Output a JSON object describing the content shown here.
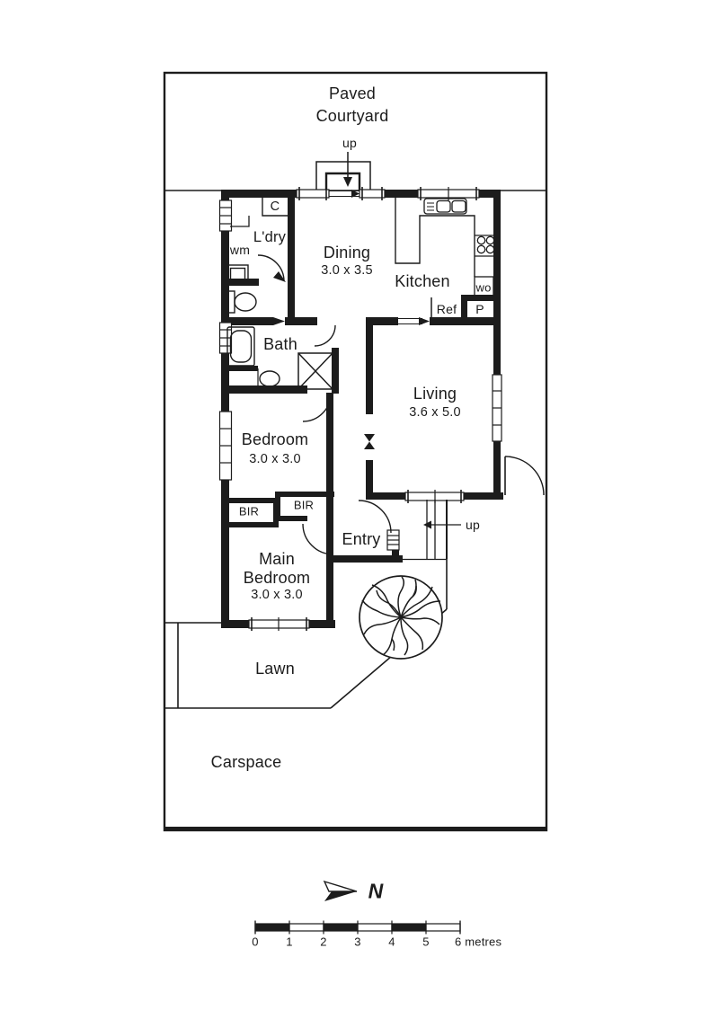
{
  "colors": {
    "ink": "#1c1c1c",
    "paper": "#ffffff"
  },
  "plan": {
    "courtyard_line1": "Paved",
    "courtyard_line2": "Courtyard",
    "up_courtyard": "up",
    "cupboard": "C",
    "laundry": "L'dry",
    "washing_machine": "wm",
    "dining_name": "Dining",
    "dining_dims": "3.0 x 3.5",
    "kitchen_name": "Kitchen",
    "wall_oven": "wo",
    "fridge": "Ref",
    "pantry": "P",
    "bath_name": "Bath",
    "living_name": "Living",
    "living_dims": "3.6 x 5.0",
    "bedroom_name": "Bedroom",
    "bedroom_dims": "3.0 x 3.0",
    "bir_left": "BIR",
    "bir_right": "BIR",
    "entry_name": "Entry",
    "up_entry": "up",
    "main_bedroom_line1": "Main",
    "main_bedroom_line2": "Bedroom",
    "main_bedroom_dims": "3.0 x 3.0",
    "lawn": "Lawn",
    "carspace": "Carspace"
  },
  "compass": {
    "north_label": "N"
  },
  "scale_bar": {
    "tick_labels": [
      "0",
      "1",
      "2",
      "3",
      "4",
      "5"
    ],
    "end_label": "6 metres"
  }
}
